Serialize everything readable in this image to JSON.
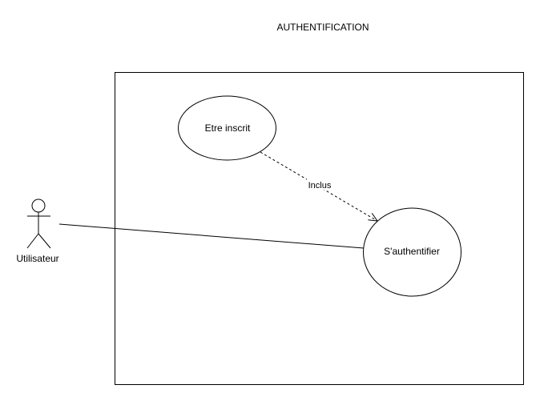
{
  "diagram": {
    "title": "AUTHENTIFICATION",
    "actor": {
      "label": "Utilisateur"
    },
    "use_cases": {
      "register": "Etre inscrit",
      "authenticate": "S'authentifier"
    },
    "relations": {
      "include_label": "Inclus"
    },
    "colors": {
      "stroke": "#000000",
      "background": "#ffffff"
    }
  }
}
